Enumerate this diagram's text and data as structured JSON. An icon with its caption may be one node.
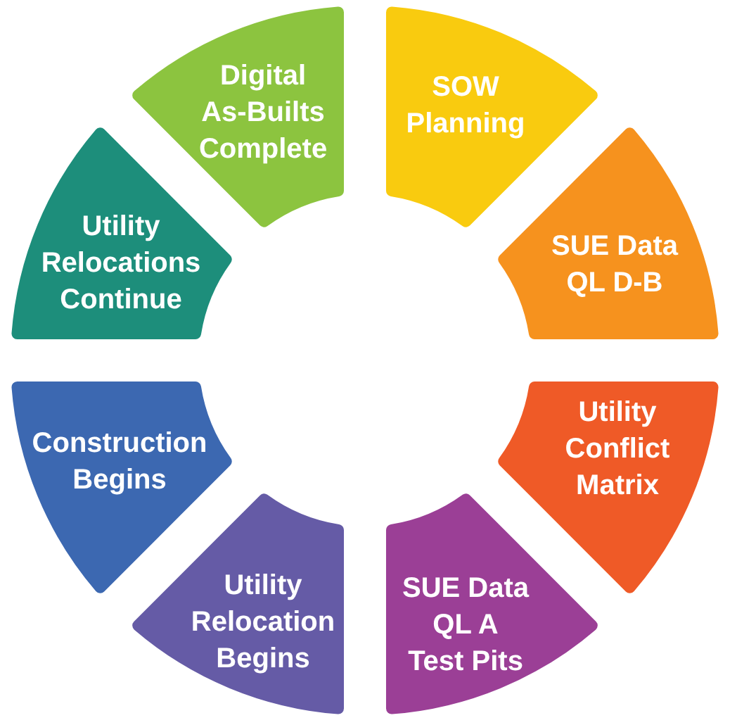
{
  "diagram": {
    "nodes": [
      {
        "text": [
          "SOW Planning"
        ]
      },
      {
        "text": [
          "SUE Data QL D-B"
        ]
      },
      {
        "text": [
          "Utility Conflict Matrix"
        ]
      },
      {
        "text": [
          "SUE Data QL A Test Pits"
        ]
      },
      {
        "text": [
          "Utility Relocation Begins"
        ]
      },
      {
        "text": [
          "Construction Begins"
        ]
      },
      {
        "text": [
          "Utility Relocations Continue"
        ]
      },
      {
        "text": [
          "Digital As-Builts Complete"
        ]
      }
    ]
  }
}
